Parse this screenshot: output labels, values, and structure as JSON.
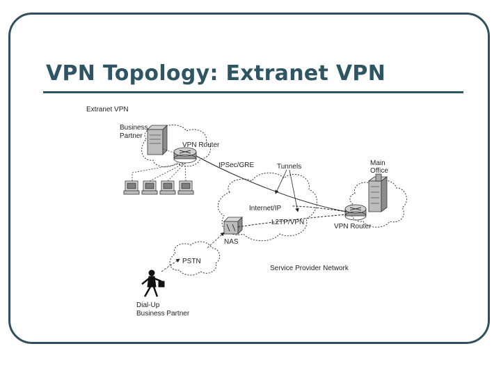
{
  "slide": {
    "title": "VPN Topology: Extranet VPN"
  },
  "diagram": {
    "caption": "Extranet VPN",
    "labels": {
      "business_partner_line1": "Business",
      "business_partner_line2": "Partner",
      "vpn_router_partner": "VPN Router",
      "ipsec_gre": "IPSec/GRE",
      "tunnels": "Tunnels",
      "main_office_line1": "Main",
      "main_office_line2": "Office",
      "internet_ip": "Internet/IP",
      "l2tp_vpn": "L2TP/VPN",
      "vpn_router_main": "VPN Router",
      "nas": "NAS",
      "pstn": "PSTN",
      "service_provider_network": "Service Provider Network",
      "dialup_line1": "Dial-Up",
      "dialup_line2": "Business Partner"
    }
  },
  "colors": {
    "title": "#2e5563",
    "frame": "#2f4f5f"
  }
}
